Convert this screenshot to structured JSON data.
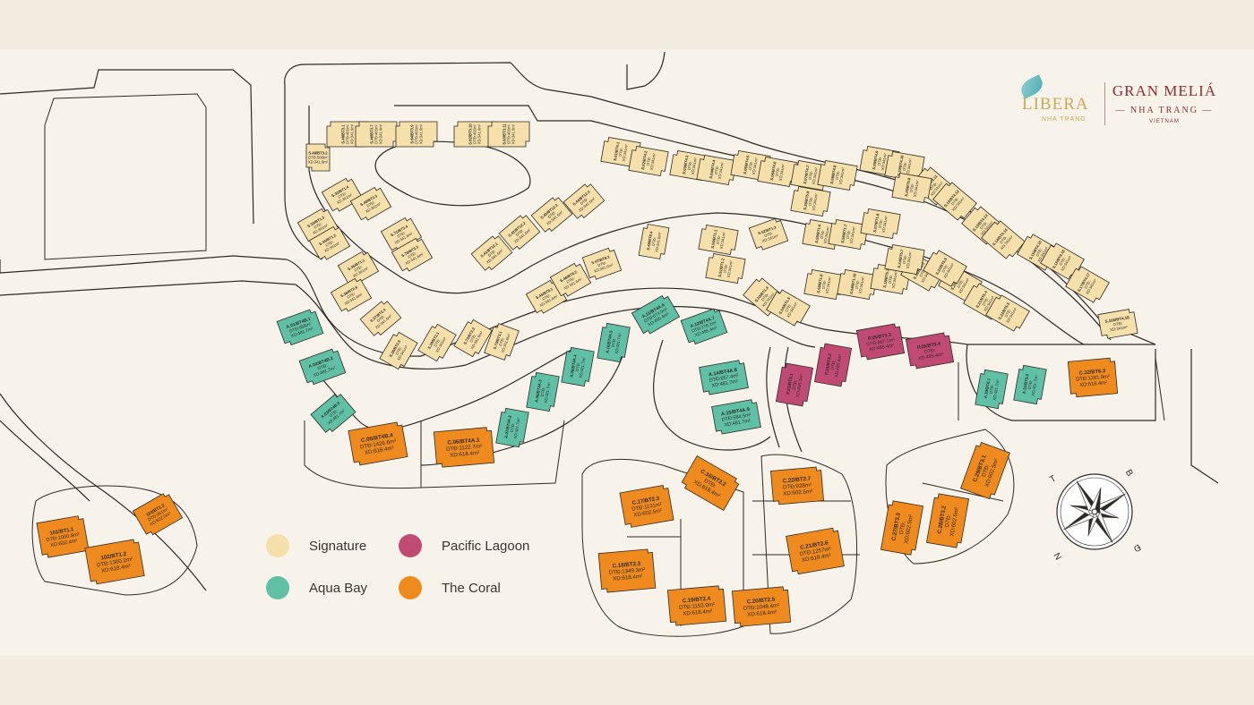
{
  "colors": {
    "background": "#f1ebe0",
    "map_fill": "#f8f3ea",
    "outline": "#2e2a26",
    "signature": "#f5dfab",
    "aqua_bay": "#5fc0a5",
    "pacific_lagoon": "#c14a74",
    "the_coral": "#ef8a1e"
  },
  "brand": {
    "libera": "LIBERA",
    "libera_sub": "NHA TRANG",
    "gran_melia": "GRAN MELIÁ",
    "nha_trang": "— NHA TRANG —",
    "country": "VIETNAM"
  },
  "legend": [
    {
      "label": "Signature",
      "color": "#f5dfab"
    },
    {
      "label": "Pacific Lagoon",
      "color": "#c14a74"
    },
    {
      "label": "Aqua Bay",
      "color": "#5fc0a5"
    },
    {
      "label": "The Coral",
      "color": "#ef8a1e"
    }
  ],
  "compass": [
    "T",
    "B",
    "Đ",
    "N"
  ],
  "lots": [
    {
      "id": "S.49/BT3.2",
      "type": "signature",
      "lines": [
        "S.49/BT3.2",
        "DTĐ:508m²",
        "XD:341.6m²"
      ]
    },
    {
      "id": "S.48/BT3.1",
      "type": "signature",
      "lines": [
        "S.48/BT3.1",
        "DTĐ:465m²",
        "XD:341.6m²"
      ]
    },
    {
      "id": "S.46/BT3.7",
      "type": "signature",
      "lines": [
        "S.46/BT3.7",
        "DTĐ:465m²",
        "XD:341.6m²"
      ]
    },
    {
      "id": "S.64/BT3.9",
      "type": "signature",
      "lines": [
        "S.64/BT3.9",
        "DTĐ:465m²",
        "XD:341.6m²"
      ]
    },
    {
      "id": "S.62/BT3.10",
      "type": "signature",
      "lines": [
        "S.62/BT3.10",
        "DTĐ:465m²",
        "XD:341.6m²"
      ]
    },
    {
      "id": "S.63/BT3.11",
      "type": "signature",
      "lines": [
        "S.63/BT3.11",
        "DTĐ:465m²",
        "XD:341.6m²"
      ]
    },
    {
      "id": "S.32/BT1.4",
      "type": "signature",
      "lines": [
        "S.32/BT1.4",
        "DTĐ:",
        "XD:341m²"
      ]
    },
    {
      "id": "S.33/BT1.3",
      "type": "signature",
      "lines": [
        "S.33/BT1.3",
        "DTĐ:",
        "XD:341m²"
      ]
    },
    {
      "id": "S.34/BT1.2",
      "type": "signature",
      "lines": [
        "S.34/BT1.2",
        "DTĐ:",
        "XD:341m²"
      ]
    },
    {
      "id": "S.35/BT1.1",
      "type": "signature",
      "lines": [
        "S.35/BT1.1",
        "DTĐ:",
        "XD:341m²"
      ]
    },
    {
      "id": "S.40/BT2.3",
      "type": "signature",
      "lines": [
        "S.40/BT2.3",
        "DTĐ:",
        "XD:341m²"
      ]
    },
    {
      "id": "S.36/BT2.6",
      "type": "signature",
      "lines": [
        "S.36/BT2.6",
        "DTĐ:",
        "XD:341.6m²"
      ]
    },
    {
      "id": "S.37/BT2.4",
      "type": "signature",
      "lines": [
        "S.37/BT2.4",
        "DTĐ:",
        "XD:341.6m²"
      ]
    },
    {
      "id": "S.38/BT2.5",
      "type": "signature",
      "lines": [
        "S.38/BT2.5",
        "DTĐ:",
        "XD:341m²"
      ]
    },
    {
      "id": "S.39/BT2.1",
      "type": "signature",
      "lines": [
        "S.39/BT2.1",
        "DTĐ:",
        "XD:341m²"
      ]
    },
    {
      "id": "S.71/BT3.4",
      "type": "signature",
      "lines": [
        "S.71/BT3.4",
        "DTĐ:",
        "XD:341.6m²"
      ]
    },
    {
      "id": "S.70/BT3.3",
      "type": "signature",
      "lines": [
        "S.70/BT3.3",
        "DTĐ:",
        "XD:341.6m²"
      ]
    },
    {
      "id": "S.72/BT3.2",
      "type": "signature",
      "lines": [
        "S.72/BT3.2",
        "DTĐ:",
        "XD:341.6m²"
      ]
    },
    {
      "id": "S.73/BT3.1",
      "type": "signature",
      "lines": [
        "S.73/BT3.1",
        "DTĐ:",
        "XD:341.6m²"
      ]
    },
    {
      "id": "S.41/BT12.1",
      "type": "signature",
      "lines": [
        "S.41/BT12.1",
        "DTĐ:",
        "XD:341.6m²"
      ]
    },
    {
      "id": "S.42/BT12.2",
      "type": "signature",
      "lines": [
        "S.42/BT12.2",
        "DTĐ:",
        "XD:341.6m²"
      ]
    },
    {
      "id": "S.43/BT12.3",
      "type": "signature",
      "lines": [
        "S.43/BT12.3",
        "DTĐ:",
        "XD:341.6m²"
      ]
    },
    {
      "id": "S.44/BT12.4",
      "type": "signature",
      "lines": [
        "S.44/BT12.4",
        "DTĐ:",
        "XD:341.6m²"
      ]
    },
    {
      "id": "S.45/BT8.1",
      "type": "signature",
      "lines": [
        "S.45/BT8.1",
        "DTĐ:",
        "XD:341.6m²"
      ]
    },
    {
      "id": "S.46/BT8.2",
      "type": "signature",
      "lines": [
        "S.46/BT8.2",
        "DTĐ:",
        "XD:341.6m²"
      ]
    },
    {
      "id": "S.47/BT8.3",
      "type": "signature",
      "lines": [
        "S.47/BT8.3",
        "DTĐ:",
        "XD:341.6m²"
      ]
    },
    {
      "id": "S.48/BT8.4",
      "type": "signature",
      "lines": [
        "S.48/BT8.4",
        "DTĐ:",
        "XD:341.6m²"
      ]
    },
    {
      "id": "S.01/BT4.1",
      "type": "signature",
      "lines": [
        "S.01/BT4.1",
        "DTĐ:",
        "XD:341m²"
      ]
    },
    {
      "id": "S.02/BT4.2",
      "type": "signature",
      "lines": [
        "S.02/BT4.2",
        "DTĐ:",
        "XD:341m²"
      ]
    },
    {
      "id": "S.03/BT4.3",
      "type": "signature",
      "lines": [
        "S.03/BT4.3",
        "DTĐ:",
        "XD:341m²"
      ]
    },
    {
      "id": "S.04/BT4.4",
      "type": "signature",
      "lines": [
        "S.04/BT4.4",
        "DTĐ:",
        "XD:341m²"
      ]
    },
    {
      "id": "S.05/BT4.5",
      "type": "signature",
      "lines": [
        "S.05/BT4.5",
        "DTĐ:",
        "XD:341m²"
      ]
    },
    {
      "id": "S.06/BT4.6",
      "type": "signature",
      "lines": [
        "S.06/BT4.6",
        "DTĐ:",
        "XD:341m²"
      ]
    },
    {
      "id": "S.07/BT4.7",
      "type": "signature",
      "lines": [
        "S.07/BT4.7",
        "DTĐ:",
        "XD:341m²"
      ]
    },
    {
      "id": "S.08/BT4.8",
      "type": "signature",
      "lines": [
        "S.08/BT4.8",
        "DTĐ:",
        "XD:341m²"
      ]
    },
    {
      "id": "S.09/BT4.9",
      "type": "signature",
      "lines": [
        "S.09/BT4.9",
        "DTĐ:",
        "XD:341m²"
      ]
    },
    {
      "id": "S.10/BT4.10",
      "type": "signature",
      "lines": [
        "S.10/BT4.10",
        "DTĐ:",
        "XD:341m²"
      ]
    },
    {
      "id": "S.11/BT4.11",
      "type": "signature",
      "lines": [
        "S.11/BT4.11",
        "DTĐ:",
        "XD:341m²"
      ]
    },
    {
      "id": "S.12/BT4.12",
      "type": "signature",
      "lines": [
        "S.12/BT4.12",
        "DTĐ:",
        "XD:341m²"
      ]
    },
    {
      "id": "S.13/BT4.13",
      "type": "signature",
      "lines": [
        "S.13/BT4.13",
        "DTĐ:",
        "XD:341m²"
      ]
    },
    {
      "id": "S.14/BT4.14",
      "type": "signature",
      "lines": [
        "S.14/BT4.14",
        "DTĐ:",
        "XD:341m²"
      ]
    },
    {
      "id": "S.15/BT4.15",
      "type": "signature",
      "lines": [
        "S.15/BT4.15",
        "DTĐ:",
        "XD:341m²"
      ]
    },
    {
      "id": "S.16/BT4.16",
      "type": "signature",
      "lines": [
        "S.16/BT4.16",
        "DTĐ:",
        "XD:341m²"
      ]
    },
    {
      "id": "S.17/BT4.17",
      "type": "signature",
      "lines": [
        "S.17/BT4.17",
        "DTĐ:",
        "XD:341m²"
      ]
    },
    {
      "id": "S.100/BT4.18",
      "type": "signature",
      "lines": [
        "S.100/BT4.18",
        "DTĐ:",
        "XD:341m²"
      ]
    },
    {
      "id": "S.50/BT1.1",
      "type": "signature",
      "lines": [
        "S.50/BT1.1",
        "DTĐ:",
        "XD:341m²"
      ]
    },
    {
      "id": "S.51/BT1.2",
      "type": "signature",
      "lines": [
        "S.51/BT1.2",
        "DTĐ:",
        "XD:341m²"
      ]
    },
    {
      "id": "S.52/BT1.3",
      "type": "signature",
      "lines": [
        "S.52/BT1.3",
        "DTĐ:",
        "XD:341m²"
      ]
    },
    {
      "id": "S.53/BT1.4",
      "type": "signature",
      "lines": [
        "S.53/BT1.4",
        "DTĐ:",
        "XD:341m²"
      ]
    },
    {
      "id": "S.54/BT1.5",
      "type": "signature",
      "lines": [
        "S.54/BT1.5",
        "DTĐ:",
        "XD:341m²"
      ]
    },
    {
      "id": "S.55/BT1.6",
      "type": "signature",
      "lines": [
        "S.55/BT1.6",
        "DTĐ:",
        "XD:341m²"
      ]
    },
    {
      "id": "S.56/BT1.7",
      "type": "signature",
      "lines": [
        "S.56/BT1.7",
        "DTĐ:",
        "XD:341m²"
      ]
    },
    {
      "id": "S.57/BT1.8",
      "type": "signature",
      "lines": [
        "S.57/BT1.8",
        "DTĐ:",
        "XD:341m²"
      ]
    },
    {
      "id": "S.58/BT1.9",
      "type": "signature",
      "lines": [
        "S.58/BT1.9",
        "DTĐ:",
        "XD:341m²"
      ]
    },
    {
      "id": "S.59/BT1.10",
      "type": "signature",
      "lines": [
        "S.59/BT1.10",
        "DTĐ:",
        "XD:341m²"
      ]
    },
    {
      "id": "S.18/BT5.1",
      "type": "signature",
      "lines": [
        "S.18/BT5.1",
        "DTĐ:",
        "XD:341m²"
      ]
    },
    {
      "id": "S.19/BT5.2",
      "type": "signature",
      "lines": [
        "S.19/BT5.2",
        "DTĐ:",
        "XD:341m²"
      ]
    },
    {
      "id": "S.20/BT5.3",
      "type": "signature",
      "lines": [
        "S.20/BT5.3",
        "DTĐ:",
        "XD:341m²"
      ]
    },
    {
      "id": "S.21/BT5.4",
      "type": "signature",
      "lines": [
        "S.21/BT5.4",
        "DTĐ:",
        "XD:341m²"
      ]
    },
    {
      "id": "S.22/BT5.5",
      "type": "signature",
      "lines": [
        "S.22/BT5.5",
        "DTĐ:",
        "XD:341m²"
      ]
    },
    {
      "id": "S.23/BT5.6",
      "type": "signature",
      "lines": [
        "S.23/BT5.6",
        "DTĐ:",
        "XD:341m²"
      ]
    },
    {
      "id": "S.24/BT5.7",
      "type": "signature",
      "lines": [
        "S.24/BT5.7",
        "DTĐ:",
        "XD:341m²"
      ]
    },
    {
      "id": "S.25/BT5.8",
      "type": "signature",
      "lines": [
        "S.25/BT5.8",
        "DTĐ:",
        "XD:341m²"
      ]
    },
    {
      "id": "S.26/BT5.9",
      "type": "signature",
      "lines": [
        "S.26/BT5.9",
        "DTĐ:",
        "XD:341m²"
      ]
    },
    {
      "id": "A.01/BT4B.1",
      "type": "aqua_bay",
      "lines": [
        "A.01/BT4B.1",
        "DTĐ:558m²",
        "XD:481.7m²"
      ]
    },
    {
      "id": "A.02/BT4B.2",
      "type": "aqua_bay",
      "lines": [
        "A.02/BT4B.2",
        "DTĐ:",
        "XD:481.7m²"
      ]
    },
    {
      "id": "A.03/BT4B.3",
      "type": "aqua_bay",
      "lines": [
        "A.03/BT4B.3",
        "DTĐ:",
        "XD:481.7m²"
      ]
    },
    {
      "id": "A.07/BT4A.2",
      "type": "aqua_bay",
      "lines": [
        "A.07/BT4A.2",
        "DTĐ:",
        "XD:481.7m²"
      ]
    },
    {
      "id": "A.08/BT4A.3",
      "type": "aqua_bay",
      "lines": [
        "A.08/BT4A.3",
        "DTĐ:",
        "XD:481.7m²"
      ]
    },
    {
      "id": "A.09/BT4A.4",
      "type": "aqua_bay",
      "lines": [
        "A.09/BT4A.4",
        "DTĐ:",
        "XD:481.7m²"
      ]
    },
    {
      "id": "A.10/BT4A.5",
      "type": "aqua_bay",
      "lines": [
        "A.10/BT4A.5",
        "DTĐ:",
        "XD:481.7m²"
      ]
    },
    {
      "id": "A.11/BT4A.6",
      "type": "aqua_bay",
      "lines": [
        "A.11/BT4A.6",
        "DTĐ:674.5m²",
        "XD:495.4m²"
      ]
    },
    {
      "id": "A.12/BT4A.7",
      "type": "aqua_bay",
      "lines": [
        "A.12/BT4A.7",
        "DTĐ:778.2m²",
        "XD:495.4m²"
      ]
    },
    {
      "id": "A.14/BT4A.8",
      "type": "aqua_bay",
      "lines": [
        "A.14/BT4A.8",
        "DTĐ:657.4m²",
        "XD:481.7m²"
      ]
    },
    {
      "id": "A.15/BT4A.9",
      "type": "aqua_bay",
      "lines": [
        "A.15/BT4A.9",
        "DTĐ:584.5m²",
        "XD:481.7m²"
      ]
    },
    {
      "id": "A.30/BT6.1",
      "type": "aqua_bay",
      "lines": [
        "A.30/BT6.1",
        "DTĐ:",
        "XD:481.7m²"
      ]
    },
    {
      "id": "A.31/BT6.2",
      "type": "aqua_bay",
      "lines": [
        "A.31/BT6.2",
        "DTĐ:",
        "XD:481.7m²"
      ]
    },
    {
      "id": "P.23/BT5.1",
      "type": "pacific_lagoon",
      "lines": [
        "P.23/BT5.1",
        "DTĐ:",
        "XD:495.4m²"
      ]
    },
    {
      "id": "P.24/BT5.2",
      "type": "pacific_lagoon",
      "lines": [
        "P.24/BT5.2",
        "DTĐ:",
        "XD:495.4m²"
      ]
    },
    {
      "id": "P.25/BT5.3",
      "type": "pacific_lagoon",
      "lines": [
        "P.25/BT5.3",
        "DTĐ:667.1m²",
        "XD:495.4m²"
      ]
    },
    {
      "id": "P.26/BT5.4",
      "type": "pacific_lagoon",
      "lines": [
        "P.26/BT5.4",
        "DTĐ:",
        "XD:495.4m²"
      ]
    },
    {
      "id": "C.05/BT4B.4",
      "type": "the_coral",
      "lines": [
        "C.05/BT4B.4",
        "DTĐ:1426.6m²",
        "XD:618.4m²"
      ]
    },
    {
      "id": "C.06/BT4A.1",
      "type": "the_coral",
      "lines": [
        "C.06/BT4A.1",
        "DTĐ:1122.7m²",
        "XD:618.4m²"
      ]
    },
    {
      "id": "C.16/BT2.2",
      "type": "the_coral",
      "lines": [
        "C.16/BT2.2",
        "DTĐ:",
        "XD:618.4m²"
      ]
    },
    {
      "id": "C.17/BT2.3",
      "type": "the_coral",
      "lines": [
        "C.17/BT2.3",
        "DTĐ:1131m²",
        "XD:602.5m²"
      ]
    },
    {
      "id": "C.18/BT2.3",
      "type": "the_coral",
      "lines": [
        "C.18/BT2.3",
        "DTĐ:1349.3m²",
        "XD:618.4m²"
      ]
    },
    {
      "id": "C.19/BT2.4",
      "type": "the_coral",
      "lines": [
        "C.19/BT2.4",
        "DTĐ:1153.9m²",
        "XD:618.4m²"
      ]
    },
    {
      "id": "C.20/BT2.5",
      "type": "the_coral",
      "lines": [
        "C.20/BT2.5",
        "DTĐ:1048.4m²",
        "XD:618.4m²"
      ]
    },
    {
      "id": "C.21/BT2.6",
      "type": "the_coral",
      "lines": [
        "C.21/BT2.6",
        "DTĐ:1257m²",
        "XD:618.4m²"
      ]
    },
    {
      "id": "C.22/BT2.7",
      "type": "the_coral",
      "lines": [
        "C.22/BT2.7",
        "DTĐ:928m²",
        "XD:602.5m²"
      ]
    },
    {
      "id": "C.27/BT3.3",
      "type": "the_coral",
      "lines": [
        "C.27/BT3.3",
        "DTĐ:",
        "XD:602.5m²"
      ]
    },
    {
      "id": "C.28/BT3.2",
      "type": "the_coral",
      "lines": [
        "C.28/BT3.2",
        "DTĐ:",
        "XD:602.5m²"
      ]
    },
    {
      "id": "C.29/BT3.1",
      "type": "the_coral",
      "lines": [
        "C.29/BT3.1",
        "DTĐ:",
        "XD:602.5m²"
      ]
    },
    {
      "id": "C.32/BT6.3",
      "type": "the_coral",
      "lines": [
        "C.32/BT6.3",
        "DTĐ:1281.9m²",
        "XD:618.4m²"
      ]
    },
    {
      "id": "101/BT1.1",
      "type": "the_coral",
      "lines": [
        "101/BT1.1",
        "DTĐ:1000.8m²",
        "XD:602.4m²"
      ]
    },
    {
      "id": "102/BT1.2",
      "type": "the_coral",
      "lines": [
        "102/BT1.2",
        "DTĐ:1300.2m²",
        "XD:618.4m²"
      ]
    },
    {
      "id": "103/BT1.3",
      "type": "the_coral",
      "lines": [
        "103/BT1.3",
        "DTĐ:951m²",
        "XD:602.5m²"
      ]
    }
  ]
}
